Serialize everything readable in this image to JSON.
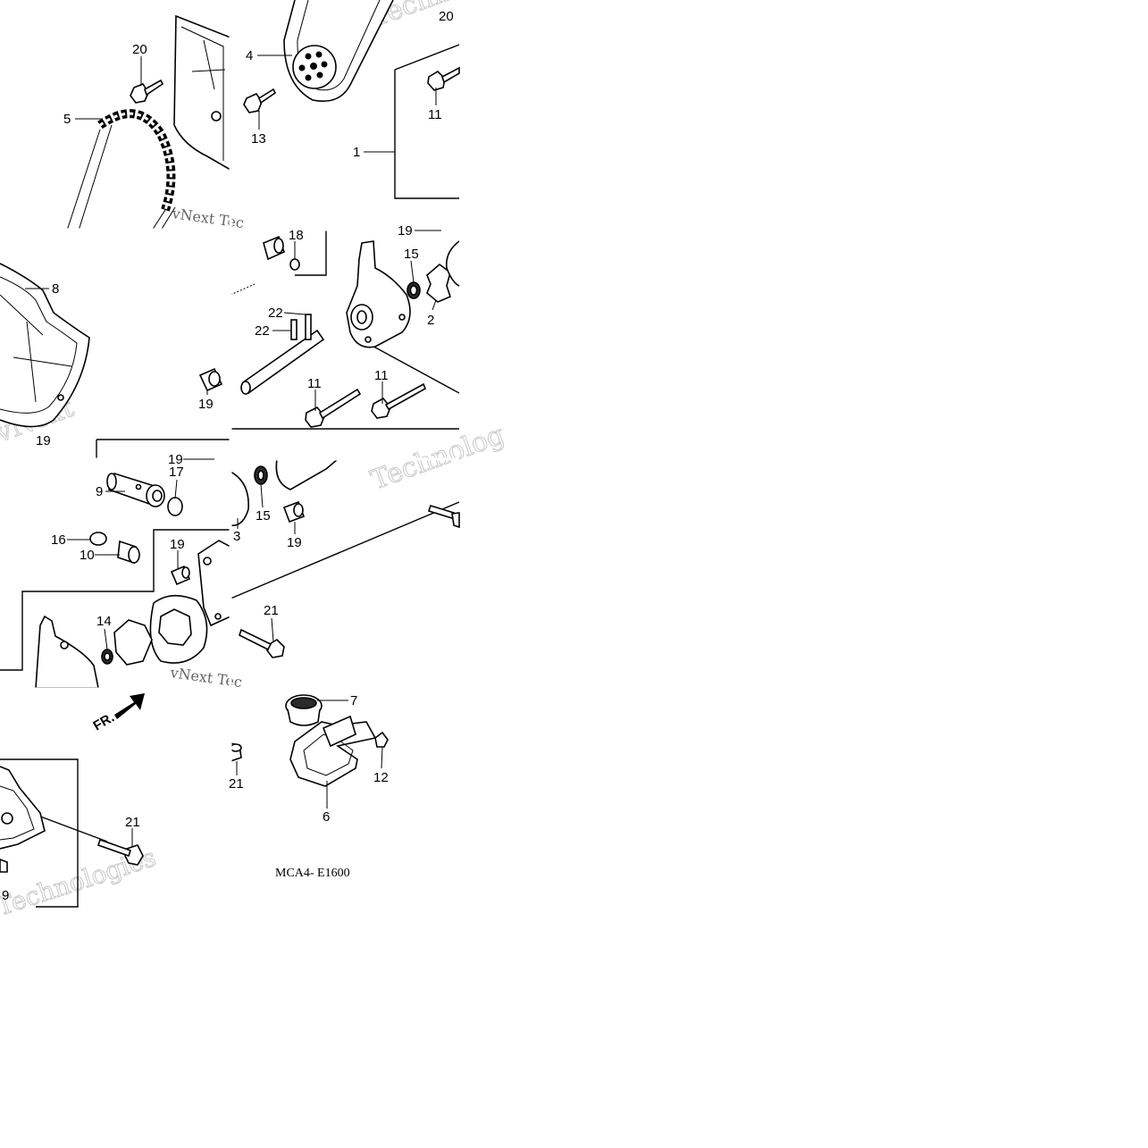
{
  "diagram": {
    "code": "MCA4- E1600",
    "orientation_marker": "FR.",
    "watermarks": [
      "Technologies",
      "vNext",
      "vNext Tec",
      "vNext Tec",
      "Technolog",
      "Technologies"
    ],
    "callouts": [
      {
        "id": "c-20a",
        "text": "20"
      },
      {
        "id": "c-5",
        "text": "5"
      },
      {
        "id": "c-20b",
        "text": "20"
      },
      {
        "id": "c-4",
        "text": "4"
      },
      {
        "id": "c-13",
        "text": "13"
      },
      {
        "id": "c-11a",
        "text": "11"
      },
      {
        "id": "c-1",
        "text": "1"
      },
      {
        "id": "c-8",
        "text": "8"
      },
      {
        "id": "c-19a",
        "text": "19"
      },
      {
        "id": "c-19b",
        "text": "19"
      },
      {
        "id": "c-18",
        "text": "18"
      },
      {
        "id": "c-19c",
        "text": "19"
      },
      {
        "id": "c-15a",
        "text": "15"
      },
      {
        "id": "c-2",
        "text": "2"
      },
      {
        "id": "c-22a",
        "text": "22"
      },
      {
        "id": "c-22b",
        "text": "22"
      },
      {
        "id": "c-11b",
        "text": "11"
      },
      {
        "id": "c-11c",
        "text": "11"
      },
      {
        "id": "c-19d",
        "text": "19"
      },
      {
        "id": "c-9",
        "text": "9"
      },
      {
        "id": "c-17",
        "text": "17"
      },
      {
        "id": "c-16",
        "text": "16"
      },
      {
        "id": "c-10",
        "text": "10"
      },
      {
        "id": "c-19e",
        "text": "19"
      },
      {
        "id": "c-3",
        "text": "3"
      },
      {
        "id": "c-15b",
        "text": "15"
      },
      {
        "id": "c-19f",
        "text": "19"
      },
      {
        "id": "c-14",
        "text": "14"
      },
      {
        "id": "c-21a",
        "text": "21"
      },
      {
        "id": "c-7",
        "text": "7"
      },
      {
        "id": "c-12",
        "text": "12"
      },
      {
        "id": "c-21b",
        "text": "21"
      },
      {
        "id": "c-6",
        "text": "6"
      },
      {
        "id": "c-21c",
        "text": "21"
      },
      {
        "id": "c-19g",
        "text": "9"
      }
    ]
  }
}
